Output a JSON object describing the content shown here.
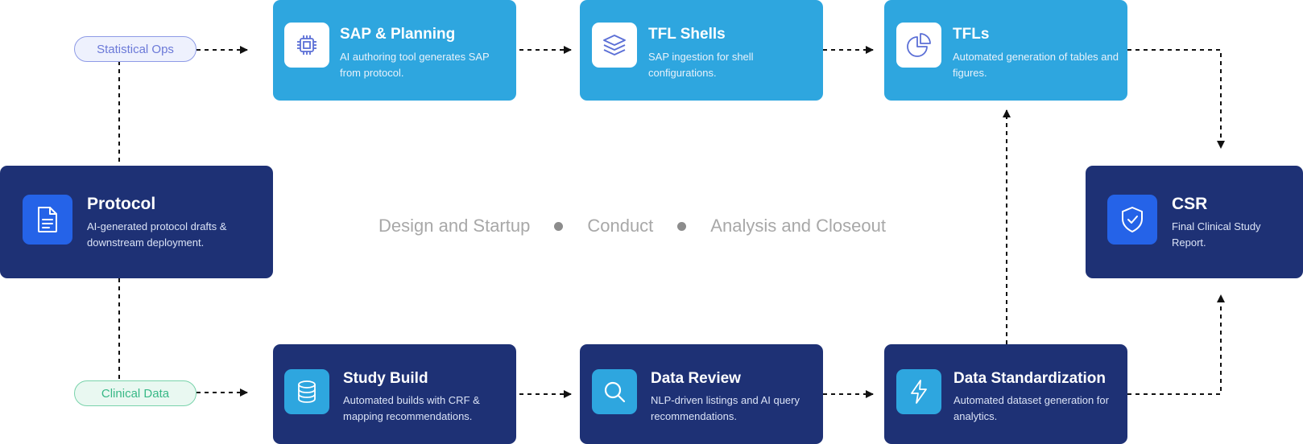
{
  "pills": {
    "statistical_ops": "Statistical Ops",
    "clinical_data": "Clinical Data"
  },
  "phases": [
    "Design and Startup",
    "Conduct",
    "Analysis and Closeout"
  ],
  "cards": {
    "protocol": {
      "title": "Protocol",
      "desc": "AI-generated protocol drafts & downstream deployment.",
      "icon": "document-icon"
    },
    "sap": {
      "title": "SAP & Planning",
      "desc": "AI authoring tool generates SAP from protocol.",
      "icon": "chip-icon"
    },
    "tfl_shells": {
      "title": "TFL Shells",
      "desc": "SAP ingestion for shell configurations.",
      "icon": "layers-icon"
    },
    "tfls": {
      "title": "TFLs",
      "desc": "Automated generation of tables and figures.",
      "icon": "pie-chart-icon"
    },
    "csr": {
      "title": "CSR",
      "desc": "Final Clinical Study Report.",
      "icon": "shield-check-icon"
    },
    "study_build": {
      "title": "Study Build",
      "desc": "Automated builds with CRF & mapping recommendations.",
      "icon": "database-icon"
    },
    "data_review": {
      "title": "Data Review",
      "desc": "NLP-driven listings and AI query recommendations.",
      "icon": "search-icon"
    },
    "data_standardization": {
      "title": "Data Standardization",
      "desc": "Automated dataset generation for analytics.",
      "icon": "lightning-icon"
    }
  },
  "colors": {
    "light_card": "#2ea6df",
    "dark_card": "#1e3175",
    "accent_blue": "#2563e8",
    "stat_pill_text": "#6b79d8",
    "clin_pill_text": "#37b886",
    "phase_text": "#a8a8a8"
  }
}
